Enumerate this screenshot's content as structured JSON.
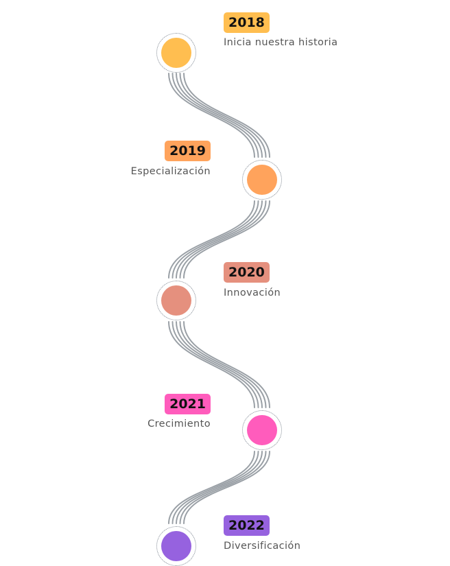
{
  "milestones": [
    {
      "year": "2018",
      "label": "Inicia nuestra historia",
      "color": "#ffbe50"
    },
    {
      "year": "2019",
      "label": "Especialización",
      "color": "#ffa35c"
    },
    {
      "year": "2020",
      "label": "Innovación",
      "color": "#e5907e"
    },
    {
      "year": "2021",
      "label": "Crecimiento",
      "color": "#ff5cbc"
    },
    {
      "year": "2022",
      "label": "Diversificación",
      "color": "#9662df"
    }
  ],
  "line_color": "#9aa0a6"
}
